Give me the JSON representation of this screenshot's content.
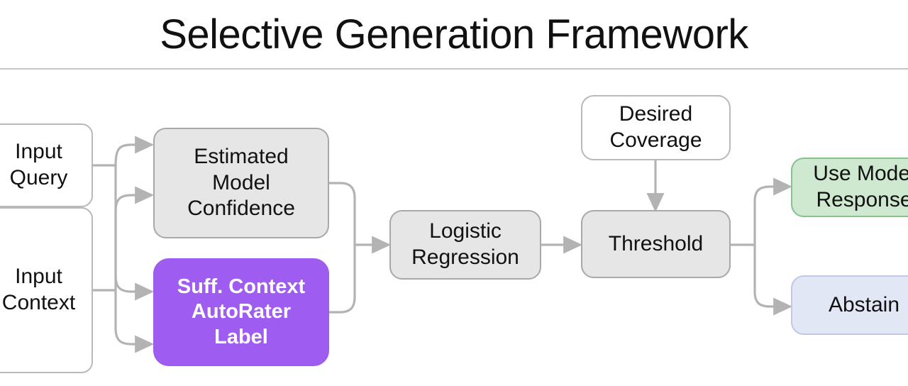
{
  "slide": {
    "title": "Selective Generation Framework"
  },
  "colors": {
    "background": "#ffffff",
    "text": "#111111",
    "wire": "#b3b3b3",
    "divider": "#c8c8c8",
    "node_plain_fill": "#ffffff",
    "node_plain_border": "#b9b9b9",
    "node_gray_fill": "#e6e6e6",
    "node_gray_border": "#a8a8a8",
    "node_purple_fill": "#9f5cf0",
    "node_purple_text": "#ffffff",
    "node_green_fill": "#cfe8d0",
    "node_green_border": "#86c28c",
    "node_blue_fill": "#e2e7f5",
    "node_blue_border": "#bfc9e4"
  },
  "diagram": {
    "type": "flowchart",
    "orientation": "left-to-right",
    "nodes": {
      "input_query": "Input\nQuery",
      "input_context": "Input\nContext",
      "model_confidence": "Estimated\nModel\nConfidence",
      "autorater": "Suff. Context\nAutoRater\nLabel",
      "logistic_regression": "Logistic\nRegression",
      "desired_coverage": "Desired\nCoverage",
      "threshold": "Threshold",
      "use_model_response": "Use Model\nResponse",
      "abstain": "Abstain"
    },
    "edges": [
      {
        "from": "input_query",
        "to": "model_confidence",
        "style": "arrow"
      },
      {
        "from": "input_query",
        "to": "autorater",
        "style": "arrow"
      },
      {
        "from": "input_context",
        "to": "model_confidence",
        "style": "arrow"
      },
      {
        "from": "input_context",
        "to": "autorater",
        "style": "arrow"
      },
      {
        "from": "model_confidence",
        "to": "logistic_regression",
        "style": "arrow"
      },
      {
        "from": "autorater",
        "to": "logistic_regression",
        "style": "arrow"
      },
      {
        "from": "logistic_regression",
        "to": "threshold",
        "style": "arrow"
      },
      {
        "from": "desired_coverage",
        "to": "threshold",
        "style": "arrow"
      },
      {
        "from": "threshold",
        "to": "use_model_response",
        "style": "arrow"
      },
      {
        "from": "threshold",
        "to": "abstain",
        "style": "arrow"
      }
    ]
  }
}
